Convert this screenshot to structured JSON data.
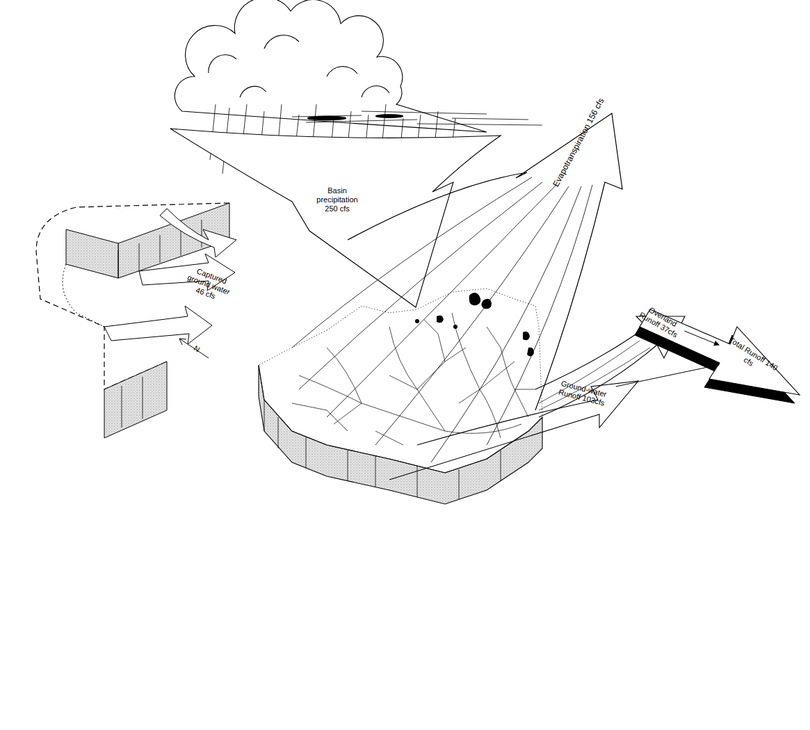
{
  "diagram": {
    "nodes": [
      {
        "text": [
          "Basin precipitation 250 cfs"
        ]
      },
      {
        "text": [
          "Evapotranspiration 156 cfs"
        ]
      },
      {
        "text": [
          "Overland Runoff 37cfs"
        ]
      },
      {
        "text": [
          "Ground-water Runoff 103cfs"
        ]
      },
      {
        "text": [
          "Total Runoff 140 cfs"
        ]
      }
    ],
    "edges": [
      {
        "from": 2,
        "to": 4,
        "arrow": "to"
      },
      {
        "from": 3,
        "to": 4,
        "arrow": "to"
      }
    ],
    "labels": [
      "Captured ground water 46 cfs",
      "N"
    ]
  }
}
